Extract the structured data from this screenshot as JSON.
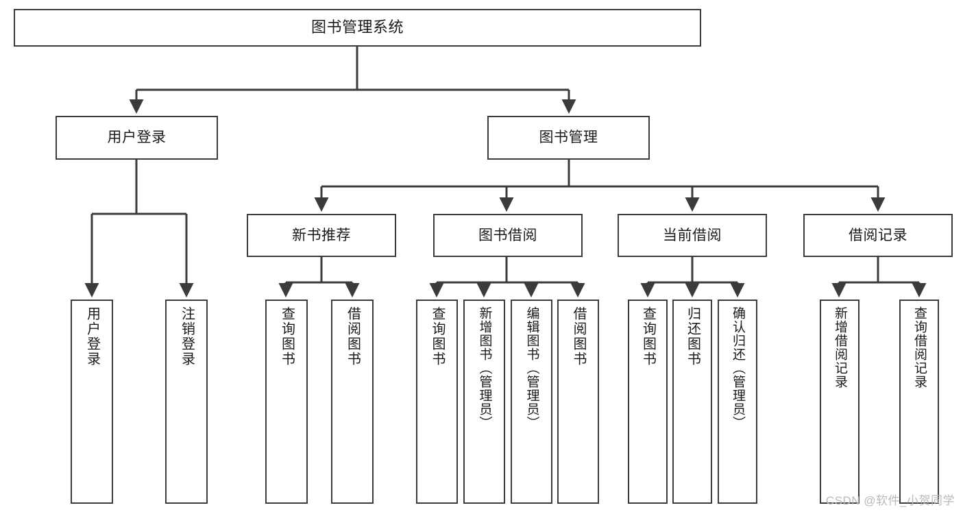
{
  "diagram": {
    "title": "图书管理系统",
    "type": "hierarchy-tree",
    "watermark": "CSDN @软件_小贺同学",
    "colors": {
      "box_border": "#3b3b3b",
      "box_fill": "#ffffff",
      "edge": "#3b3b3b",
      "text": "#1a1a1a",
      "watermark": "#b9b9b9",
      "background": "#ffffff"
    },
    "root": {
      "label": "图书管理系统"
    },
    "level1": [
      {
        "label": "用户登录"
      },
      {
        "label": "图书管理"
      }
    ],
    "level2": [
      {
        "label": "新书推荐"
      },
      {
        "label": "图书借阅"
      },
      {
        "label": "当前借阅"
      },
      {
        "label": "借阅记录"
      }
    ],
    "leaves": {
      "user_login": [
        {
          "label": "用户登录"
        },
        {
          "label": "注销登录"
        }
      ],
      "new_book_recommend": [
        {
          "label": "查询图书"
        },
        {
          "label": "借阅图书"
        }
      ],
      "book_borrow": [
        {
          "label": "查询图书"
        },
        {
          "label": "新增图书（管理员）"
        },
        {
          "label": "编辑图书（管理员）"
        },
        {
          "label": "借阅图书"
        }
      ],
      "current_borrow": [
        {
          "label": "查询图书"
        },
        {
          "label": "归还图书"
        },
        {
          "label": "确认归还（管理员）"
        }
      ],
      "borrow_record": [
        {
          "label": "新增借阅记录"
        },
        {
          "label": "查询借阅记录"
        }
      ]
    }
  }
}
